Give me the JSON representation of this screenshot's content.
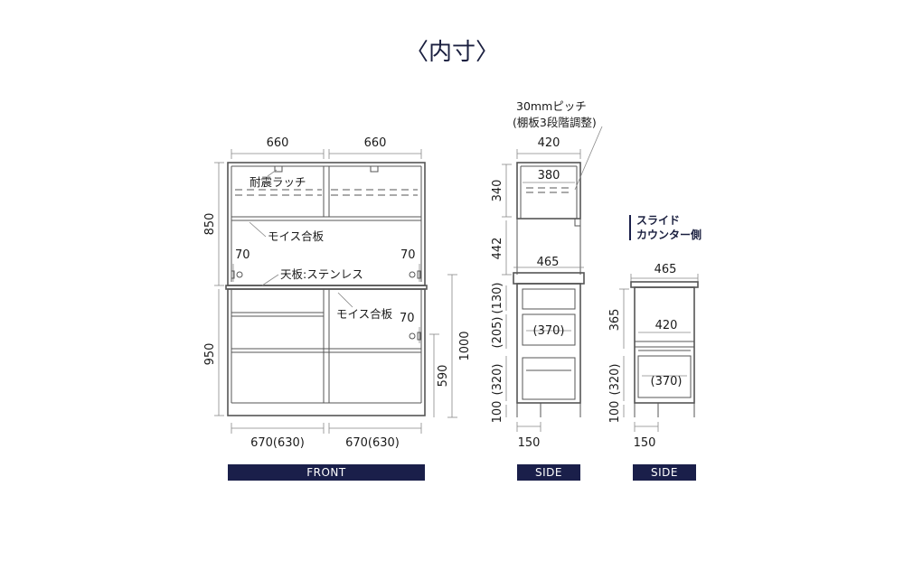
{
  "title": "〈内寸〉",
  "front": {
    "band": "FRONT",
    "top_width_left": "660",
    "top_width_right": "660",
    "height_upper": "850",
    "height_lower": "950",
    "label_latch": "耐震ラッチ",
    "label_shelf_upper": "モイス合板",
    "label_top_board": "天板:ステンレス",
    "label_shelf_lower": "モイス合板",
    "dim_70_left": "70",
    "dim_70_right": "70",
    "dim_70_lower": "70",
    "dim_1000": "1000",
    "dim_590": "590",
    "bottom_width_left": "670(630)",
    "bottom_width_right": "670(630)"
  },
  "side": {
    "band": "SIDE",
    "pitch_note_line1": "30mmピッチ",
    "pitch_note_line2": "(棚板3段階調整)",
    "width_top": "420",
    "width_inner": "380",
    "height_340": "340",
    "height_442": "442",
    "width_465": "465",
    "drawer_130": "(130)",
    "drawer_205": "(205)",
    "drawer_320": "(320)",
    "drawer_inner": "(370)",
    "plinth_100": "100",
    "plinth_150": "150"
  },
  "slide": {
    "band": "SIDE",
    "note_line1": "スライド",
    "note_line2": "カウンター側",
    "width_465": "465",
    "height_365": "365",
    "width_420": "420",
    "drawer_320": "(320)",
    "drawer_inner": "(370)",
    "plinth_100": "100",
    "plinth_150": "150"
  },
  "colors": {
    "band": "#1a1f4a",
    "title": "#1a1f3f"
  }
}
